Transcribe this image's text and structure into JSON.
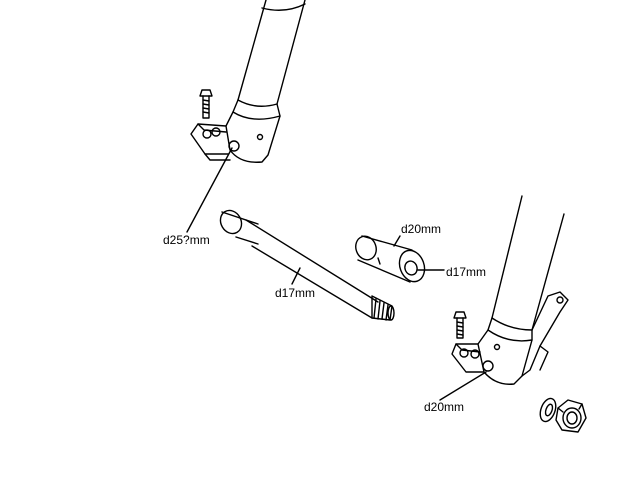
{
  "diagram": {
    "labels": {
      "left_fork_axle_bore": "d25?mm",
      "axle_diameter": "d17mm",
      "spacer_outer": "d20mm",
      "spacer_inner": "d17mm",
      "right_fork_axle_bore": "d20mm"
    },
    "colors": {
      "ink": "#000000",
      "paper": "#ffffff"
    }
  }
}
